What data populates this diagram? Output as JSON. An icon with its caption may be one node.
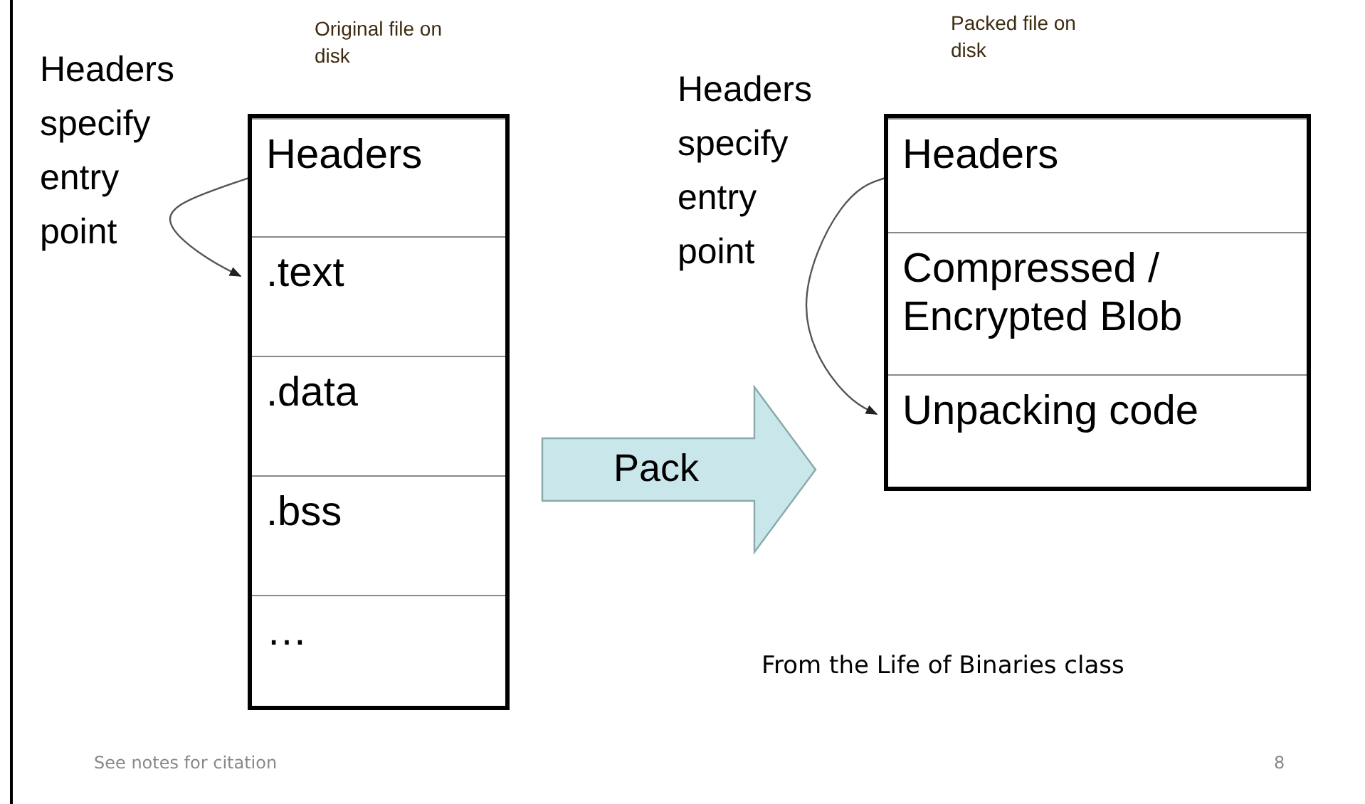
{
  "diagram": {
    "nodes": [
      {
        "text": [
          "Original file on disk"
        ]
      },
      {
        "text": [
          "Headers"
        ],
        "in": 0
      },
      {
        "text": [
          ".text"
        ],
        "in": 0
      },
      {
        "text": [
          ".data"
        ],
        "in": 0
      },
      {
        "text": [
          ".bss"
        ],
        "in": 0
      },
      {
        "text": [
          "…"
        ],
        "in": 0
      },
      {
        "text": [
          "Packed file on disk"
        ]
      },
      {
        "text": [
          "Headers"
        ],
        "in": 6
      },
      {
        "text": [
          "Compressed / Encrypted Blob"
        ],
        "in": 6
      },
      {
        "text": [
          "Unpacking code"
        ],
        "in": 6
      }
    ],
    "edges": [
      {
        "from": 1,
        "to": 2,
        "arrow": "to"
      },
      {
        "from": 0,
        "to": 6,
        "arrow": "to",
        "label": "Pack",
        "style": "thick"
      },
      {
        "from": 7,
        "to": 9,
        "arrow": "to"
      }
    ],
    "labels": [
      "Headers specify entry point",
      "Headers specify entry point",
      "From the Life of Binaries class",
      "See notes for citation",
      "8"
    ]
  }
}
